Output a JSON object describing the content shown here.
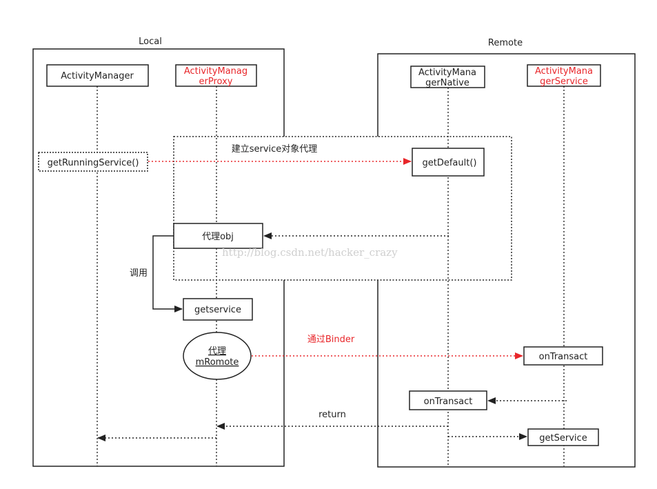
{
  "groups": {
    "local": "Local",
    "remote": "Remote"
  },
  "lifelines": {
    "activity_manager": "ActivityManager",
    "proxy_line1": "ActivityManag",
    "proxy_line2": "erProxy",
    "native_line1": "ActivityMana",
    "native_line2": "gerNative",
    "service_line1": "ActivityMana",
    "service_line2": "gerService"
  },
  "boxes": {
    "get_running_service": "getRunningService()",
    "get_default": "getDefault()",
    "proxy_obj": "代理obj",
    "getservice_local": "getservice",
    "mremote_line1": "代理",
    "mremote_line2": "mRomote",
    "on_transact_service": "onTransact",
    "on_transact_native": "onTransact",
    "get_service_remote": "getService"
  },
  "labels": {
    "build_proxy": "建立service对象代理",
    "invoke": "调用",
    "via_binder": "通过Binder",
    "return": "return"
  },
  "watermark": "http://blog.csdn.net/hacker_crazy",
  "colors": {
    "line": "#222222",
    "accent": "#e8262a",
    "watermark": "#cfcfcf"
  }
}
